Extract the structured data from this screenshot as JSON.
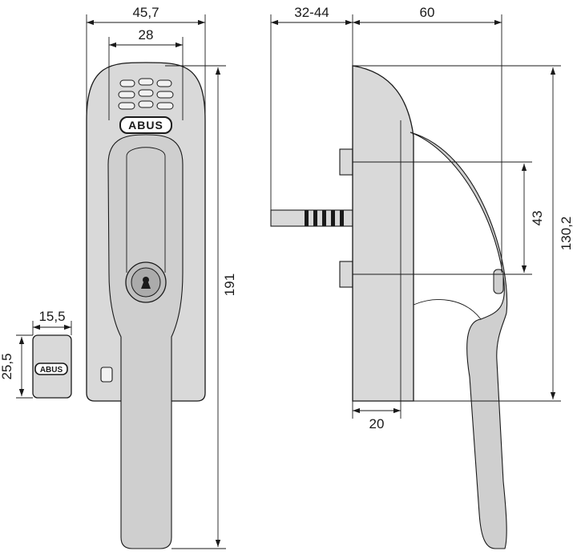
{
  "dimensions": {
    "front_width_outer": "45,7",
    "front_width_inner": "28",
    "front_height": "191",
    "key_width": "15,5",
    "key_height": "25,5",
    "side_spindle": "32-44",
    "side_depth": "60",
    "side_screw_spacing": "43",
    "side_height": "130,2",
    "side_base": "20"
  },
  "brand": {
    "front_logo": "ABUS",
    "key_logo": "ABUS"
  },
  "colors": {
    "body_fill": "#d9d9d9",
    "line": "#1a1a1a"
  }
}
